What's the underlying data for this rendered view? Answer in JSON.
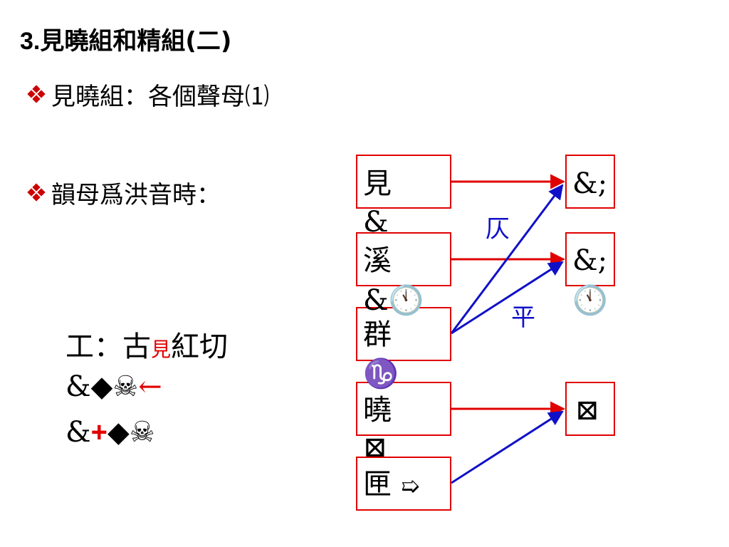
{
  "title": {
    "number": "3.",
    "text": "見曉組和精組(二)"
  },
  "bullets": [
    {
      "text": "見曉組：各個聲母⑴"
    },
    {
      "text": "韻母爲洪音時："
    }
  ],
  "example": {
    "char": "工",
    "colon": "：",
    "fanqie_upper": "古",
    "small_note": "見",
    "fanqie_lower": "紅切",
    "line2_a": "&",
    "line2_b": "◆☠",
    "line2_arrow": "←",
    "line3_a": "&",
    "line3_plus": "+",
    "line3_b": "◆☠"
  },
  "left_boxes": [
    {
      "label": "見",
      "sym_below": "&"
    },
    {
      "label": "溪",
      "sym_below": "&🕚"
    },
    {
      "label": "群",
      "sym_below": "♑"
    },
    {
      "label": "曉",
      "sym_below": "⊠"
    },
    {
      "label": "匣",
      "sym_inline": "➯"
    }
  ],
  "right_boxes": [
    {
      "label": "&;",
      "sym_below": ""
    },
    {
      "label": "&;",
      "sym_below": "🕚"
    },
    {
      "label": "⊠",
      "sym_below": ""
    }
  ],
  "arrow_labels": {
    "ze": "仄",
    "ping": "平"
  },
  "colors": {
    "red": "#e00000",
    "blue": "#1010c8",
    "bullet": "#cc0000"
  }
}
